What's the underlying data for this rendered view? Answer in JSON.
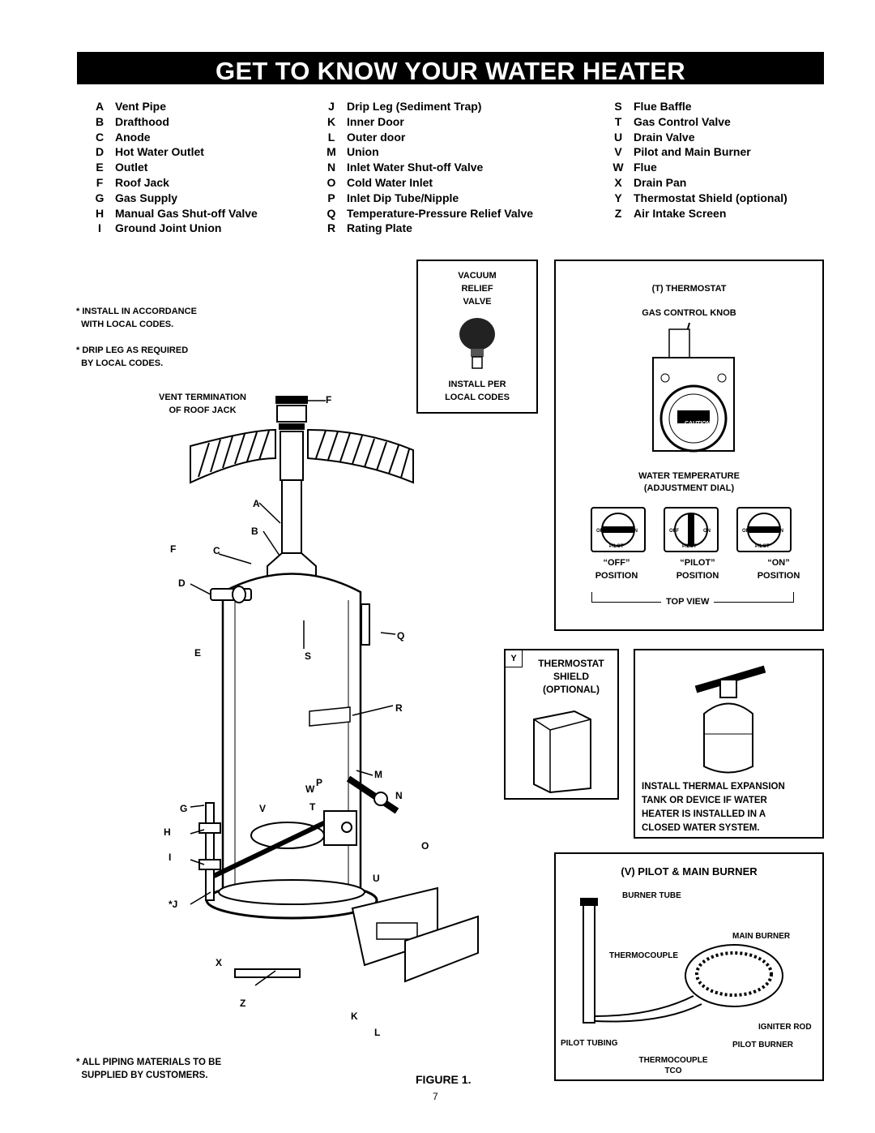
{
  "title": "GET TO KNOW YOUR WATER HEATER",
  "legend": {
    "col1": [
      {
        "key": "A",
        "label": "Vent Pipe"
      },
      {
        "key": "B",
        "label": "Drafthood"
      },
      {
        "key": "C",
        "label": "Anode"
      },
      {
        "key": "D",
        "label": "Hot Water Outlet"
      },
      {
        "key": "E",
        "label": "Outlet"
      },
      {
        "key": "F",
        "label": "Roof Jack"
      },
      {
        "key": "G",
        "label": "Gas Supply"
      },
      {
        "key": "H",
        "label": "Manual Gas Shut-off Valve"
      },
      {
        "key": "I",
        "label": "Ground Joint Union"
      }
    ],
    "col2": [
      {
        "key": "J",
        "label": "Drip Leg (Sediment Trap)"
      },
      {
        "key": "K",
        "label": "Inner Door"
      },
      {
        "key": "L",
        "label": "Outer door"
      },
      {
        "key": "M",
        "label": "Union"
      },
      {
        "key": "N",
        "label": "Inlet Water Shut-off Valve"
      },
      {
        "key": "O",
        "label": "Cold Water Inlet"
      },
      {
        "key": "P",
        "label": "Inlet Dip Tube/Nipple"
      },
      {
        "key": "Q",
        "label": "Temperature-Pressure Relief Valve"
      },
      {
        "key": "R",
        "label": "Rating Plate"
      }
    ],
    "col3": [
      {
        "key": "S",
        "label": "Flue Baffle"
      },
      {
        "key": "T",
        "label": "Gas Control Valve"
      },
      {
        "key": "U",
        "label": "Drain Valve"
      },
      {
        "key": "V",
        "label": "Pilot and Main Burner"
      },
      {
        "key": "W",
        "label": "Flue"
      },
      {
        "key": "X",
        "label": "Drain Pan"
      },
      {
        "key": "Y",
        "label": "Thermostat Shield (optional)"
      },
      {
        "key": "Z",
        "label": "Air Intake Screen"
      }
    ]
  },
  "notes": {
    "install": "* INSTALL IN ACCORDANCE\n  WITH LOCAL CODES.",
    "drip": "* DRIP LEG AS REQUIRED\n  BY LOCAL CODES.",
    "piping": "* ALL PIPING MATERIALS TO BE\n  SUPPLIED BY CUSTOMERS."
  },
  "heater": {
    "vent_termination": "VENT TERMINATION",
    "of_roof_jack": "OF ROOF JACK",
    "letters": {
      "F1": "F",
      "A": "A",
      "B": "B",
      "F2": "F",
      "C": "C",
      "D": "D",
      "Q": "Q",
      "E": "E",
      "S": "S",
      "R": "R",
      "M": "M",
      "P": "P",
      "W": "W",
      "N": "N",
      "G": "G",
      "V": "V",
      "T": "T",
      "H": "H",
      "O": "O",
      "I": "I",
      "U": "U",
      "J": "*J",
      "X": "X",
      "Z": "Z",
      "K": "K",
      "L": "L"
    }
  },
  "figure_caption": "FIGURE 1.",
  "page_number": "7",
  "vacuum_box": {
    "line1": "VACUUM",
    "line2": "RELIEF",
    "line3": "VALVE",
    "line4": "INSTALL PER",
    "line5": "LOCAL CODES"
  },
  "thermostat_box": {
    "title": "(T) THERMOSTAT",
    "knob": "GAS CONTROL KNOB",
    "caution": "CAUTION",
    "dial1": "WATER TEMPERATURE",
    "dial2": "(ADJUSTMENT DIAL)",
    "positions": [
      {
        "q": "“OFF”",
        "p": "POSITION"
      },
      {
        "q": "“PILOT”",
        "p": "POSITION"
      },
      {
        "q": "“ON”",
        "p": "POSITION"
      }
    ],
    "knob_words": {
      "off": "OFF",
      "pilot": "PILOT",
      "on": "ON"
    },
    "top_view": "TOP VIEW"
  },
  "shield_box": {
    "key": "Y",
    "line1": "THERMOSTAT",
    "line2": "SHIELD",
    "line3": "(OPTIONAL)"
  },
  "expansion_box": {
    "line1": "INSTALL THERMAL EXPANSION",
    "line2": "TANK OR DEVICE IF WATER",
    "line3": "HEATER IS INSTALLED IN A",
    "line4": "CLOSED WATER SYSTEM."
  },
  "burner_box": {
    "title": "(V) PILOT & MAIN BURNER",
    "burner_tube": "BURNER TUBE",
    "main_burner": "MAIN BURNER",
    "thermocouple": "THERMOCOUPLE",
    "igniter_rod": "IGNITER ROD",
    "pilot_tubing": "PILOT TUBING",
    "pilot_burner": "PILOT BURNER",
    "thermocouple2": "THERMOCOUPLE",
    "tco": "TCO"
  }
}
